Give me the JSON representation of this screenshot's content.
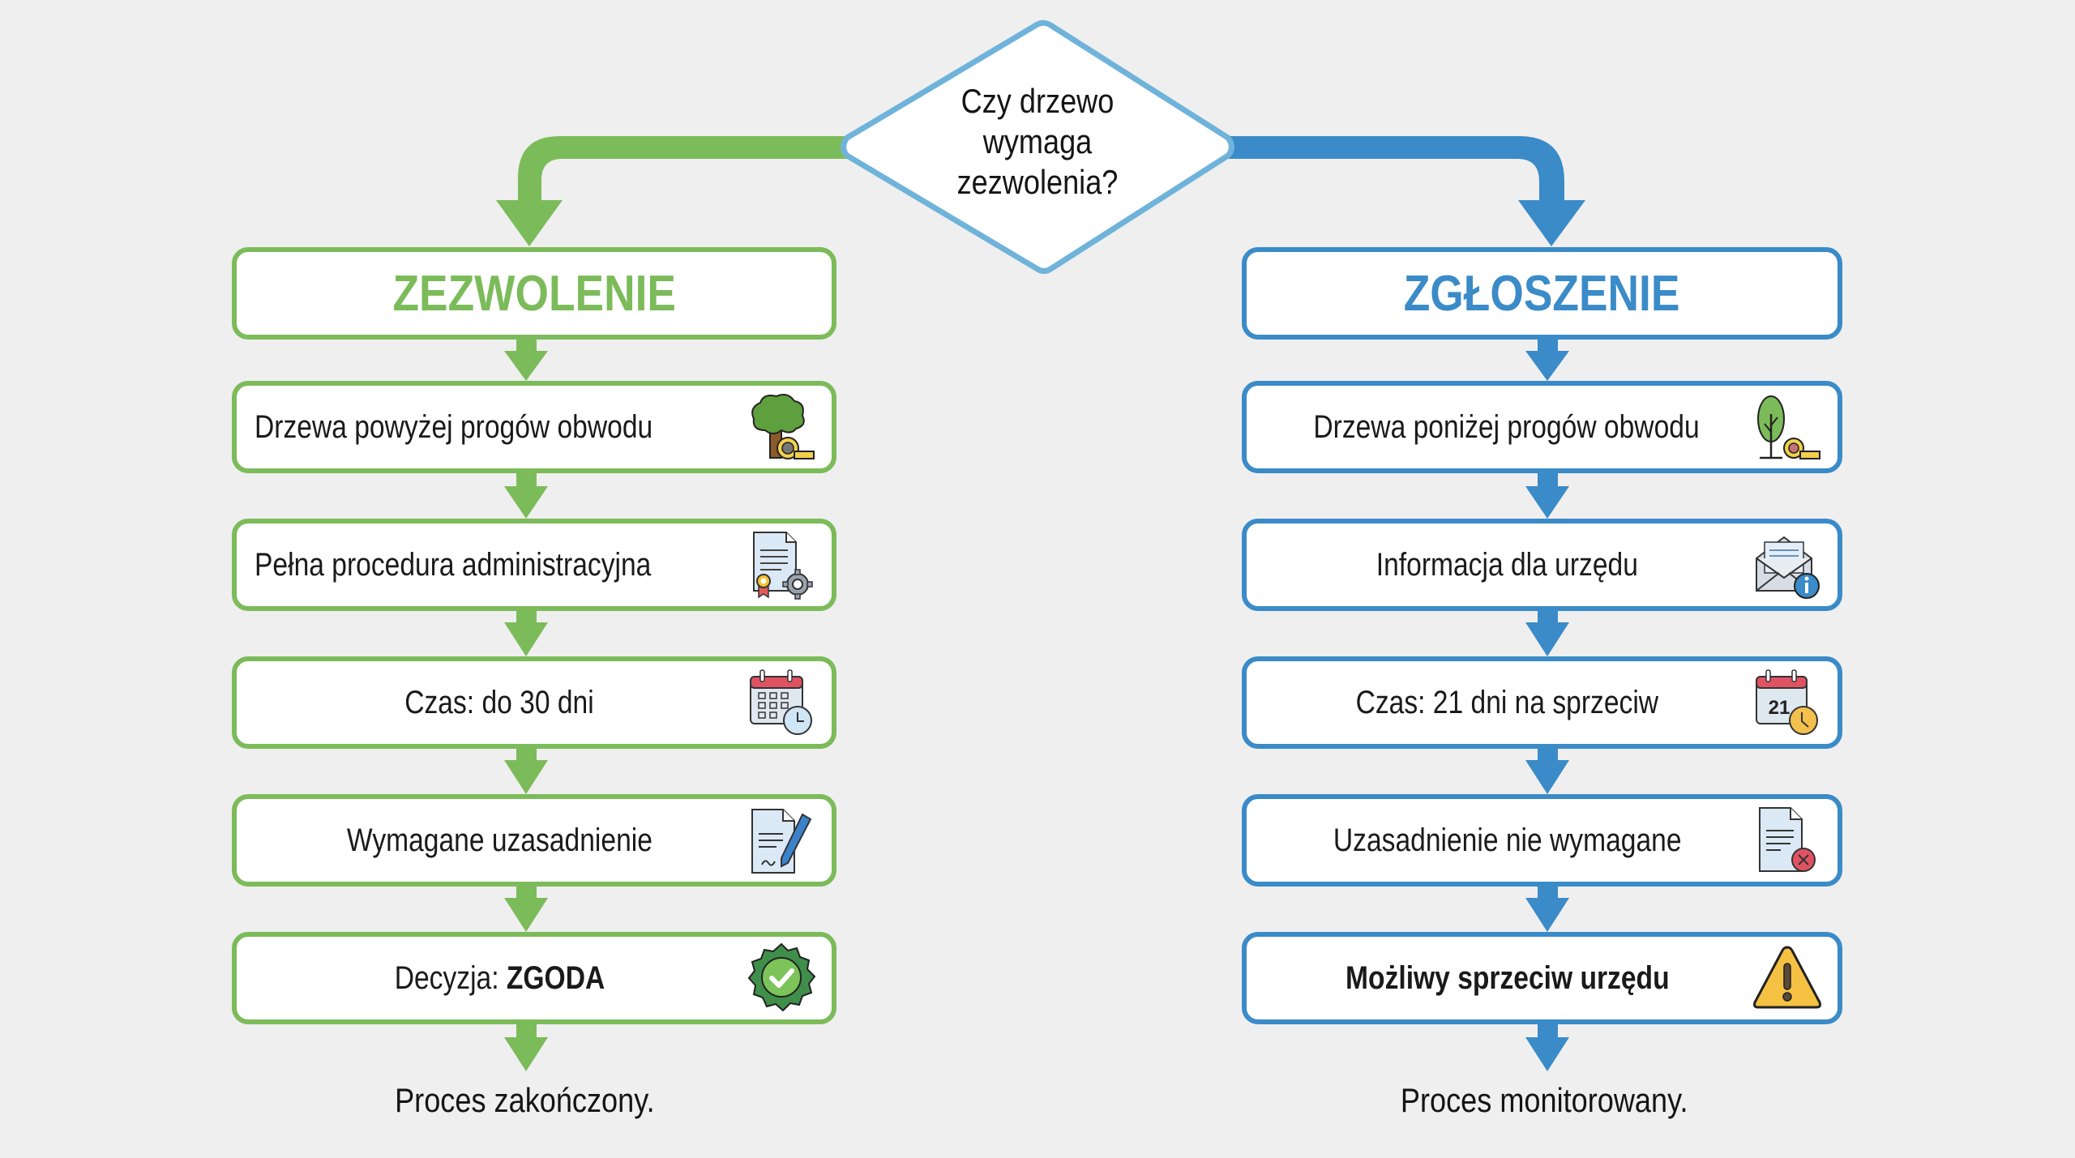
{
  "colors": {
    "background": "#efefef",
    "permit_green": "#7cbb5a",
    "notification_blue": "#3a8bc8",
    "diamond_border": "#6fb3da"
  },
  "decision": {
    "lines": [
      "Czy drzewo",
      "wymaga",
      "zezwolenia?"
    ]
  },
  "left_branch": {
    "title": "ZEZWOLENIE",
    "steps": [
      {
        "label": "Drzewa powyżej progów obwodu",
        "icon": "large-tree-tape-measure-icon"
      },
      {
        "label": "Pełna procedura administracyjna",
        "icon": "document-certificate-gear-icon"
      },
      {
        "label": "Czas: do 30 dni",
        "icon": "calendar-clock-icon"
      },
      {
        "label": "Wymagane uzasadnienie",
        "icon": "document-pen-signature-icon"
      },
      {
        "label_prefix": "Decyzja: ",
        "label_bold": "ZGODA",
        "icon": "approved-badge-check-icon"
      }
    ],
    "outcome": "Proces zakończony."
  },
  "right_branch": {
    "title": "ZGŁOSZENIE",
    "steps": [
      {
        "label": "Drzewa poniżej progów obwodu",
        "icon": "small-tree-tape-measure-icon"
      },
      {
        "label": "Informacja dla urzędu",
        "icon": "envelope-info-icon"
      },
      {
        "label": "Czas: 21 dni na sprzeciw",
        "icon": "calendar-21-clock-icon",
        "calendar_number": "21"
      },
      {
        "label": "Uzasadnienie nie wymagane",
        "icon": "document-x-icon"
      },
      {
        "label": "Możliwy sprzeciw urzędu",
        "icon": "warning-triangle-icon"
      }
    ],
    "outcome": "Proces monitorowany."
  }
}
